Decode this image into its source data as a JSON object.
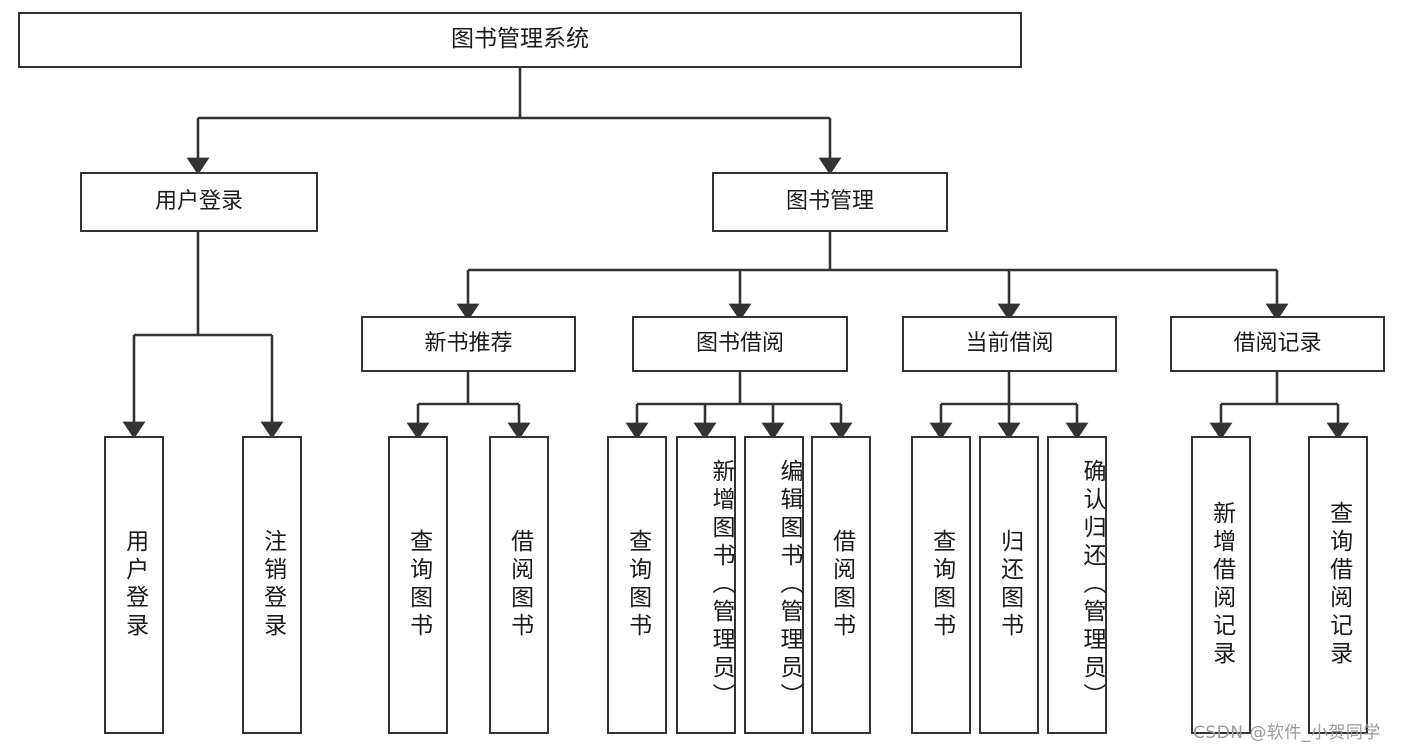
{
  "diagram": {
    "title": "图书管理系统",
    "type": "hierarchy-tree",
    "stroke_color": "#333333",
    "background_color": "#ffffff",
    "text_color": "#1b1b1b"
  },
  "nodes": {
    "root": {
      "label": "图书管理系统",
      "level": 1
    },
    "level2": [
      {
        "id": "user-login",
        "label": "用户登录"
      },
      {
        "id": "book-manage",
        "label": "图书管理"
      }
    ],
    "level3": [
      {
        "id": "new-book-rec",
        "label": "新书推荐"
      },
      {
        "id": "book-borrow",
        "label": "图书借阅"
      },
      {
        "id": "current-borrow",
        "label": "当前借阅"
      },
      {
        "id": "borrow-record",
        "label": "借阅记录"
      }
    ],
    "leaves": {
      "user_login": [
        {
          "id": "leaf-user-login",
          "label": "用户登录"
        },
        {
          "id": "leaf-logout",
          "label": "注销登录"
        }
      ],
      "new_book_rec": [
        {
          "id": "leaf-query-book-1",
          "label": "查询图书"
        },
        {
          "id": "leaf-borrow-book-1",
          "label": "借阅图书"
        }
      ],
      "book_borrow": [
        {
          "id": "leaf-query-book-2",
          "label": "查询图书"
        },
        {
          "id": "leaf-add-book",
          "label": "新增图书（管理员）"
        },
        {
          "id": "leaf-edit-book",
          "label": "编辑图书（管理员）"
        },
        {
          "id": "leaf-borrow-book-2",
          "label": "借阅图书"
        }
      ],
      "current_borrow": [
        {
          "id": "leaf-query-book-3",
          "label": "查询图书"
        },
        {
          "id": "leaf-return-book",
          "label": "归还图书"
        },
        {
          "id": "leaf-confirm-return",
          "label": "确认归还（管理员）"
        }
      ],
      "borrow_record": [
        {
          "id": "leaf-add-record",
          "label": "新增借阅记录"
        },
        {
          "id": "leaf-query-record",
          "label": "查询借阅记录"
        }
      ]
    }
  },
  "watermark": {
    "text": "CSDN @软件_小贺同学"
  }
}
